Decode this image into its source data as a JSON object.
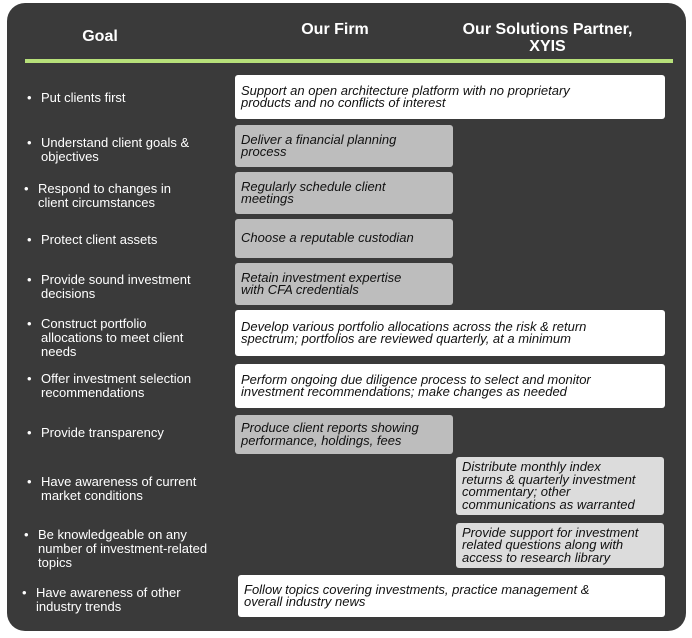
{
  "headers": {
    "goal": "Goal",
    "firm": "Our Firm",
    "partner_line1": "Our Solutions Partner,",
    "partner_line2": "XYIS"
  },
  "rows": [
    {
      "goal": [
        "Put clients first"
      ],
      "action": [
        "Support an open architecture platform with no proprietary",
        "products and no conflicts of interest"
      ],
      "span": "both"
    },
    {
      "goal": [
        "Understand client goals &",
        "objectives"
      ],
      "action": [
        "Deliver a financial planning",
        "process"
      ],
      "span": "firm"
    },
    {
      "goal": [
        "Respond to changes in",
        "client circumstances"
      ],
      "action": [
        "Regularly schedule client",
        "meetings"
      ],
      "span": "firm"
    },
    {
      "goal": [
        "Protect client assets"
      ],
      "action": [
        "Choose a reputable custodian"
      ],
      "span": "firm"
    },
    {
      "goal": [
        "Provide sound investment",
        "decisions"
      ],
      "action": [
        "Retain investment expertise",
        "with CFA credentials"
      ],
      "span": "firm"
    },
    {
      "goal": [
        "Construct portfolio",
        "allocations to meet client",
        "needs"
      ],
      "action": [
        "Develop various portfolio allocations across the risk & return",
        "spectrum; portfolios are reviewed quarterly, at a minimum"
      ],
      "span": "both"
    },
    {
      "goal": [
        "Offer investment selection",
        "recommendations"
      ],
      "action": [
        "Perform ongoing due diligence process to select and monitor",
        "investment recommendations; make changes as needed"
      ],
      "span": "both"
    },
    {
      "goal": [
        "Provide transparency"
      ],
      "action": [
        "Produce client reports showing",
        "performance, holdings, fees"
      ],
      "span": "firm"
    },
    {
      "goal": [
        "Have awareness of current",
        "market conditions"
      ],
      "action": [
        "Distribute monthly index",
        "returns & quarterly investment",
        "commentary; other",
        "communications as warranted"
      ],
      "span": "partner"
    },
    {
      "goal": [
        "Be knowledgeable on any",
        "number of investment-related",
        "topics"
      ],
      "action": [
        "Provide support for investment",
        "related questions along with",
        "access to research library"
      ],
      "span": "partner"
    },
    {
      "goal": [
        "Have awareness of other",
        "industry trends"
      ],
      "action": [
        "Follow topics covering investments, practice management &",
        "overall industry news"
      ],
      "span": "both"
    }
  ],
  "bullet": "•",
  "colors": {
    "panel": "#3a3a3a",
    "rule": "#b7e07a",
    "both": "#ffffff",
    "firm": "#bdbdbd",
    "partner": "#dcdcdc"
  }
}
